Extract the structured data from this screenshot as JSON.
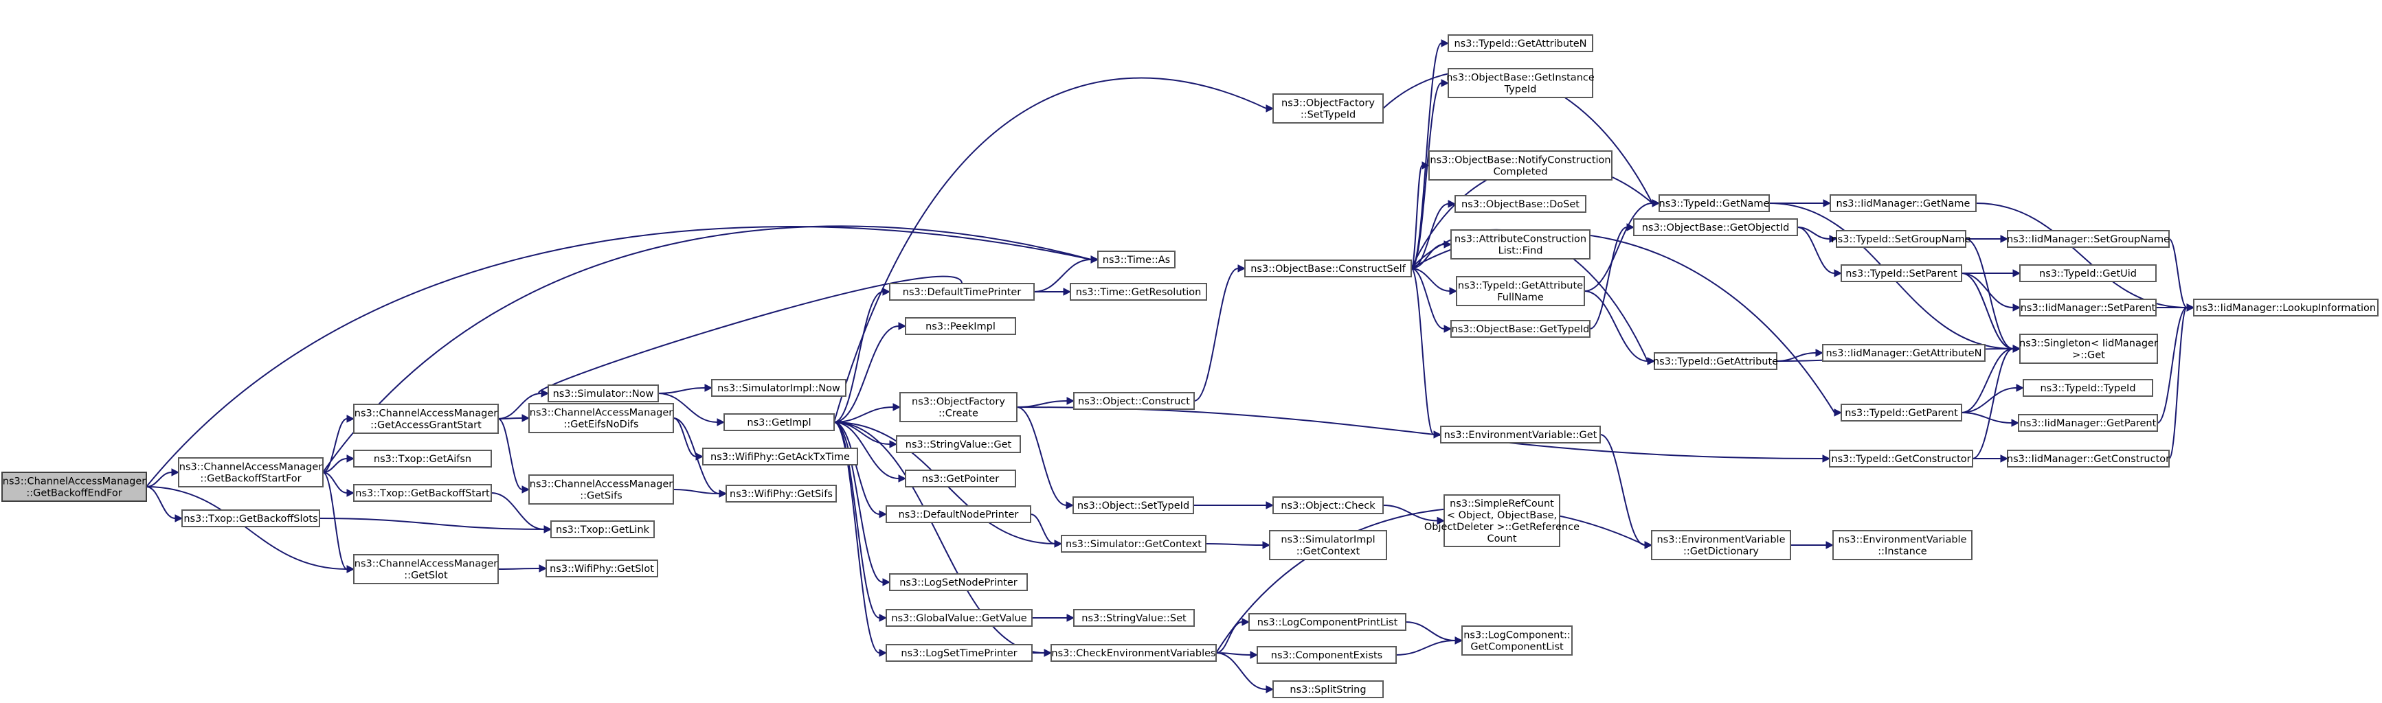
{
  "colors": {
    "edge": "#191970",
    "root_fill": "#bfbfbf",
    "node_fill": "#ffffff",
    "node_border": "#5a5a5a"
  },
  "nodes": {
    "root": [
      "ns3::ChannelAccessManager",
      "::GetBackoffEndFor"
    ],
    "start_for": [
      "ns3::ChannelAccessManager",
      "::GetBackoffStartFor"
    ],
    "txop_slots": [
      "ns3::Txop::GetBackoffSlots"
    ],
    "time_as": [
      "ns3::Time::As"
    ],
    "cam_access_grant": [
      "ns3::ChannelAccessManager",
      "::GetAccessGrantStart"
    ],
    "txop_aifsn": [
      "ns3::Txop::GetAifsn"
    ],
    "txop_start": [
      "ns3::Txop::GetBackoffStart"
    ],
    "cam_slot": [
      "ns3::ChannelAccessManager",
      "::GetSlot"
    ],
    "sim_now": [
      "ns3::Simulator::Now"
    ],
    "cam_eifs": [
      "ns3::ChannelAccessManager",
      "::GetEifsNoDifs"
    ],
    "cam_sifs": [
      "ns3::ChannelAccessManager",
      "::GetSifs"
    ],
    "txop_link": [
      "ns3::Txop::GetLink"
    ],
    "phy_slot": [
      "ns3::WifiPhy::GetSlot"
    ],
    "default_time_printer": [
      "ns3::DefaultTimePrinter"
    ],
    "peek_impl": [
      "ns3::PeekImpl"
    ],
    "simimpl_now": [
      "ns3::SimulatorImpl::Now"
    ],
    "get_impl": [
      "ns3::GetImpl"
    ],
    "phy_ack": [
      "ns3::WifiPhy::GetAckTxTime"
    ],
    "phy_sifs": [
      "ns3::WifiPhy::GetSifs"
    ],
    "time_res": [
      "ns3::Time::GetResolution"
    ],
    "of_create": [
      "ns3::ObjectFactory",
      "::Create"
    ],
    "sv_get": [
      "ns3::StringValue::Get"
    ],
    "get_pointer": [
      "ns3::GetPointer"
    ],
    "default_node_printer": [
      "ns3::DefaultNodePrinter"
    ],
    "log_node_printer": [
      "ns3::LogSetNodePrinter"
    ],
    "gv_get": [
      "ns3::GlobalValue::GetValue"
    ],
    "log_time_printer": [
      "ns3::LogSetTimePrinter"
    ],
    "sim_ctx": [
      "ns3::Simulator::GetContext"
    ],
    "sv_set": [
      "ns3::StringValue::Set"
    ],
    "check_env": [
      "ns3::CheckEnvironmentVariables"
    ],
    "obj_construct": [
      "ns3::Object::Construct"
    ],
    "of_settypeid": [
      "ns3::ObjectFactory",
      "::SetTypeId"
    ],
    "obj_settypeid": [
      "ns3::Object::SetTypeId"
    ],
    "simimpl_ctx": [
      "ns3::SimulatorImpl",
      "::GetContext"
    ],
    "obj_check": [
      "ns3::Object::Check"
    ],
    "obb_construct_self": [
      "ns3::ObjectBase::ConstructSelf"
    ],
    "lc_print": [
      "ns3::LogComponentPrintList"
    ],
    "comp_exists": [
      "ns3::ComponentExists"
    ],
    "split_string": [
      "ns3::SplitString"
    ],
    "srefcount": [
      "ns3::SimpleRefCount",
      "< Object, ObjectBase,",
      "ObjectDeleter >::GetReference",
      "Count"
    ],
    "lc_list": [
      "ns3::LogComponent::",
      "GetComponentList"
    ],
    "tid_get_attr_n": [
      "ns3::TypeId::GetAttributeN"
    ],
    "obb_get_instance": [
      "ns3::ObjectBase::GetInstance",
      "TypeId"
    ],
    "obb_notify": [
      "ns3::ObjectBase::NotifyConstruction",
      "Completed"
    ],
    "obb_doset": [
      "ns3::ObjectBase::DoSet"
    ],
    "attr_list_find": [
      "ns3::AttributeConstruction",
      "List::Find"
    ],
    "tid_attr_full": [
      "ns3::TypeId::GetAttribute",
      "FullName"
    ],
    "obb_typeid": [
      "ns3::ObjectBase::GetTypeId"
    ],
    "env_get": [
      "ns3::EnvironmentVariable::Get"
    ],
    "tid_get_name": [
      "ns3::TypeId::GetName"
    ],
    "obb_objectid": [
      "ns3::ObjectBase::GetObjectId"
    ],
    "tid_get_attr": [
      "ns3::TypeId::GetAttribute"
    ],
    "env_dict": [
      "ns3::EnvironmentVariable",
      "::GetDictionary"
    ],
    "tid_groupname": [
      "ns3::TypeId::SetGroupName"
    ],
    "tid_setparent": [
      "ns3::TypeId::SetParent"
    ],
    "tid_getparent": [
      "ns3::TypeId::GetParent"
    ],
    "tid_getconstructor": [
      "ns3::TypeId::GetConstructor"
    ],
    "iid_getname": [
      "ns3::IidManager::GetName"
    ],
    "iid_attr_n": [
      "ns3::IidManager::GetAttributeN"
    ],
    "env_instance": [
      "ns3::EnvironmentVariable",
      "::Instance"
    ],
    "iid_setgroupname": [
      "ns3::IidManager::SetGroupName"
    ],
    "tid_getuid": [
      "ns3::TypeId::GetUid"
    ],
    "iid_setparent": [
      "ns3::IidManager::SetParent"
    ],
    "singleton_get": [
      "ns3::Singleton< IidManager",
      ">::Get"
    ],
    "tid_typeid": [
      "ns3::TypeId::TypeId"
    ],
    "iid_getparent": [
      "ns3::IidManager::GetParent"
    ],
    "iid_getconstructor": [
      "ns3::IidManager::GetConstructor"
    ],
    "iid_lookup": [
      "ns3::IidManager::LookupInformation"
    ]
  }
}
